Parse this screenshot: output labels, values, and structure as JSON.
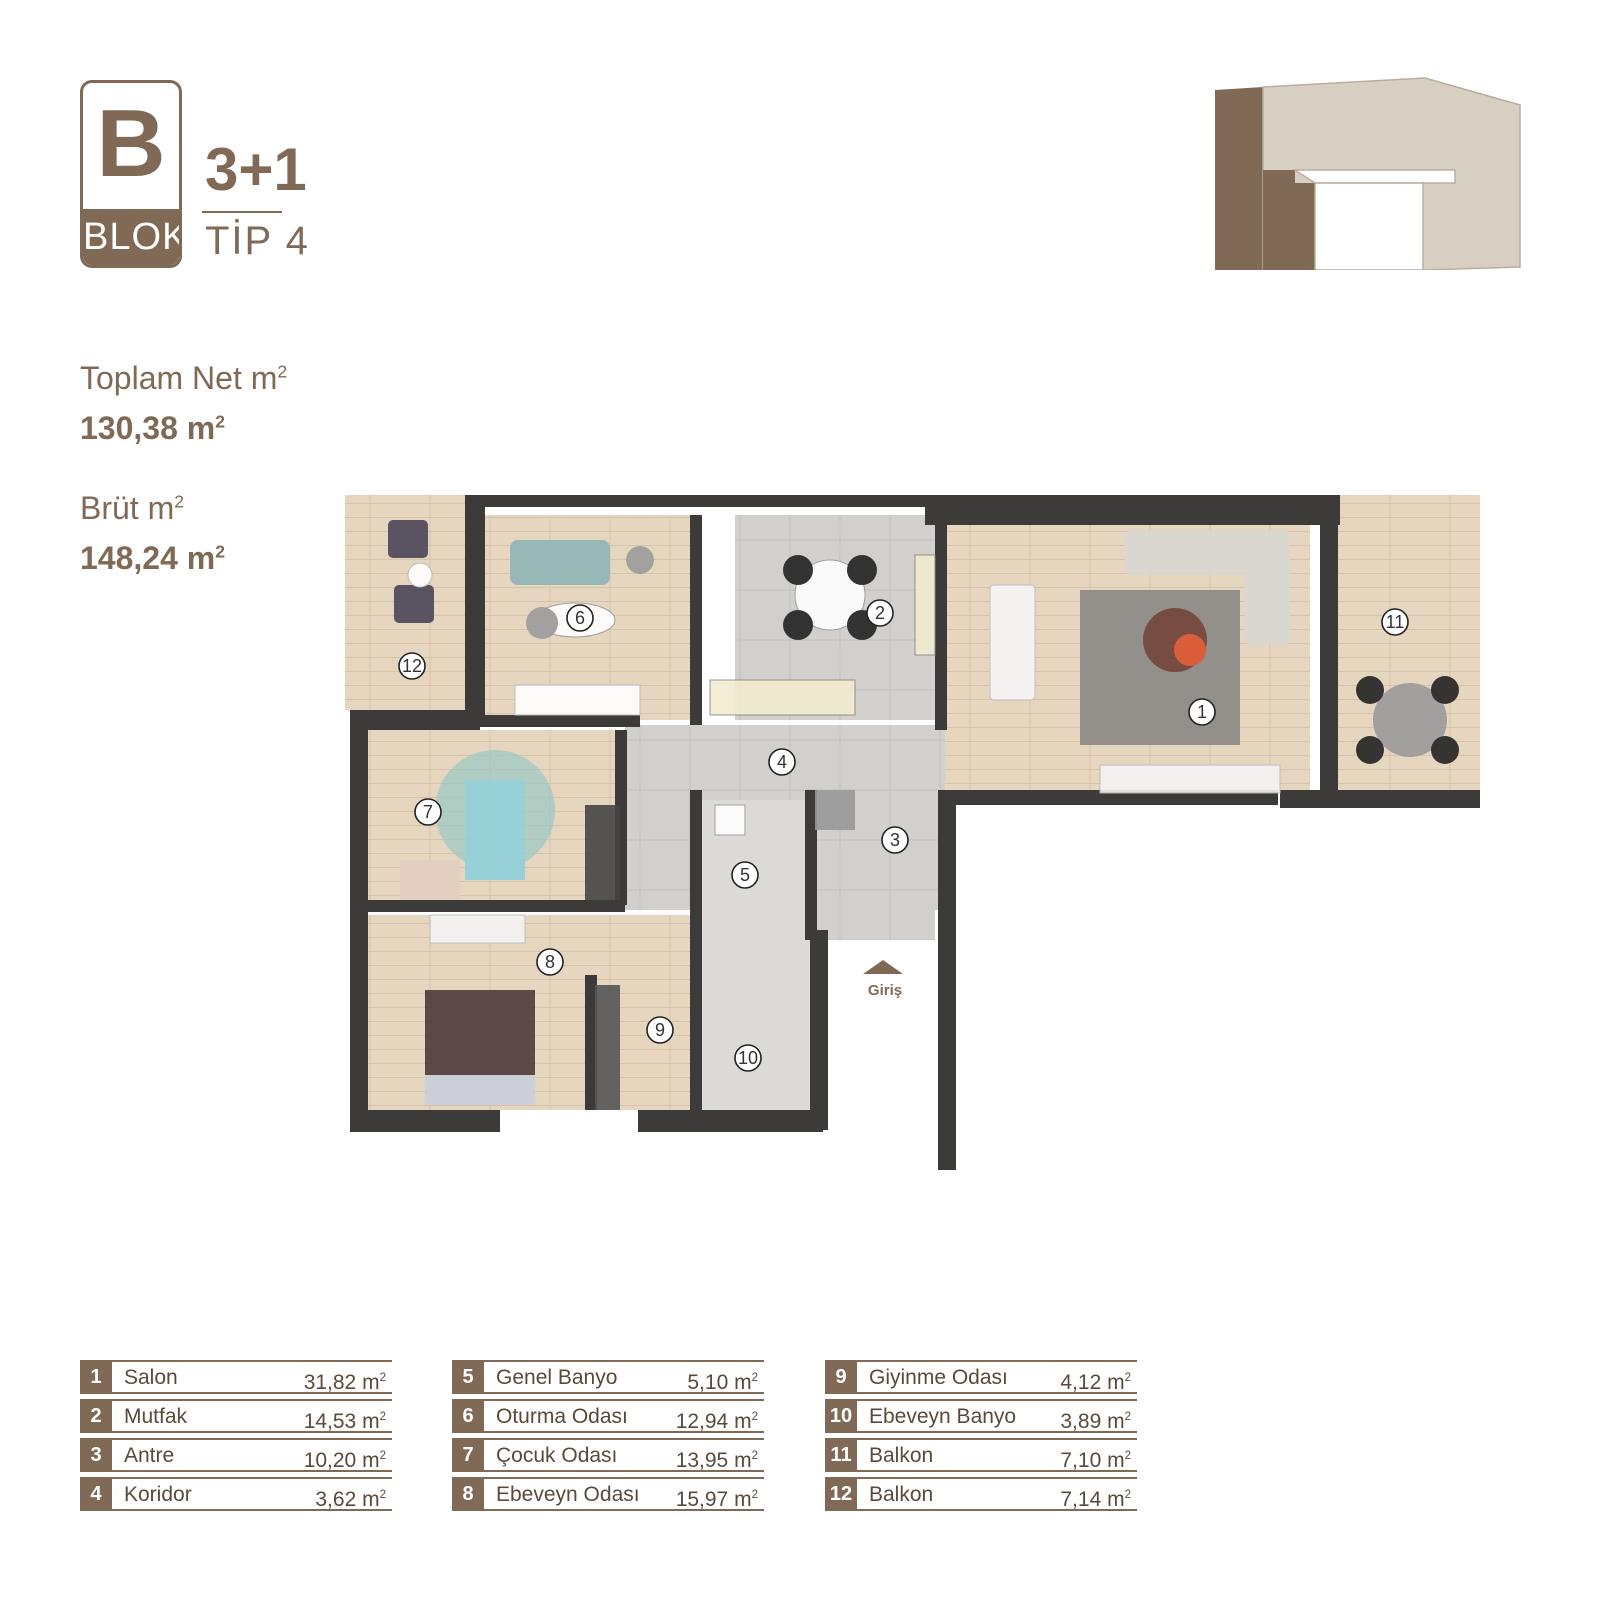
{
  "header": {
    "block_letter": "B",
    "block_label": "BLOK",
    "unit_type": "3+1",
    "unit_subtype": "TİP 4"
  },
  "areas": {
    "net_label": "Toplam Net m",
    "net_value": "130,38 m",
    "gross_label": "Brüt m",
    "gross_value": "148,24 m",
    "sup": "2"
  },
  "plan": {
    "entrance_label": "Giriş",
    "room_numbers": [
      "1",
      "2",
      "3",
      "4",
      "5",
      "6",
      "7",
      "8",
      "9",
      "10",
      "11",
      "12"
    ]
  },
  "colors": {
    "brand": "#806a55",
    "wall": "#3d3b39",
    "wood": "#e3d2bc",
    "tile": "#cfcdc9",
    "keyplan_light": "#d2c9bd"
  },
  "legend": [
    [
      {
        "num": "1",
        "name": "Salon",
        "area": "31,82 m"
      },
      {
        "num": "2",
        "name": "Mutfak",
        "area": "14,53 m"
      },
      {
        "num": "3",
        "name": "Antre",
        "area": "10,20 m"
      },
      {
        "num": "4",
        "name": "Koridor",
        "area": "3,62 m"
      }
    ],
    [
      {
        "num": "5",
        "name": "Genel Banyo",
        "area": "5,10 m"
      },
      {
        "num": "6",
        "name": "Oturma Odası",
        "area": "12,94 m"
      },
      {
        "num": "7",
        "name": "Çocuk Odası",
        "area": "13,95 m"
      },
      {
        "num": "8",
        "name": "Ebeveyn Odası",
        "area": "15,97 m"
      }
    ],
    [
      {
        "num": "9",
        "name": "Giyinme Odası",
        "area": "4,12 m"
      },
      {
        "num": "10",
        "name": "Ebeveyn Banyo",
        "area": "3,89 m"
      },
      {
        "num": "11",
        "name": "Balkon",
        "area": "7,10 m"
      },
      {
        "num": "12",
        "name": "Balkon",
        "area": "7,14 m"
      }
    ]
  ]
}
